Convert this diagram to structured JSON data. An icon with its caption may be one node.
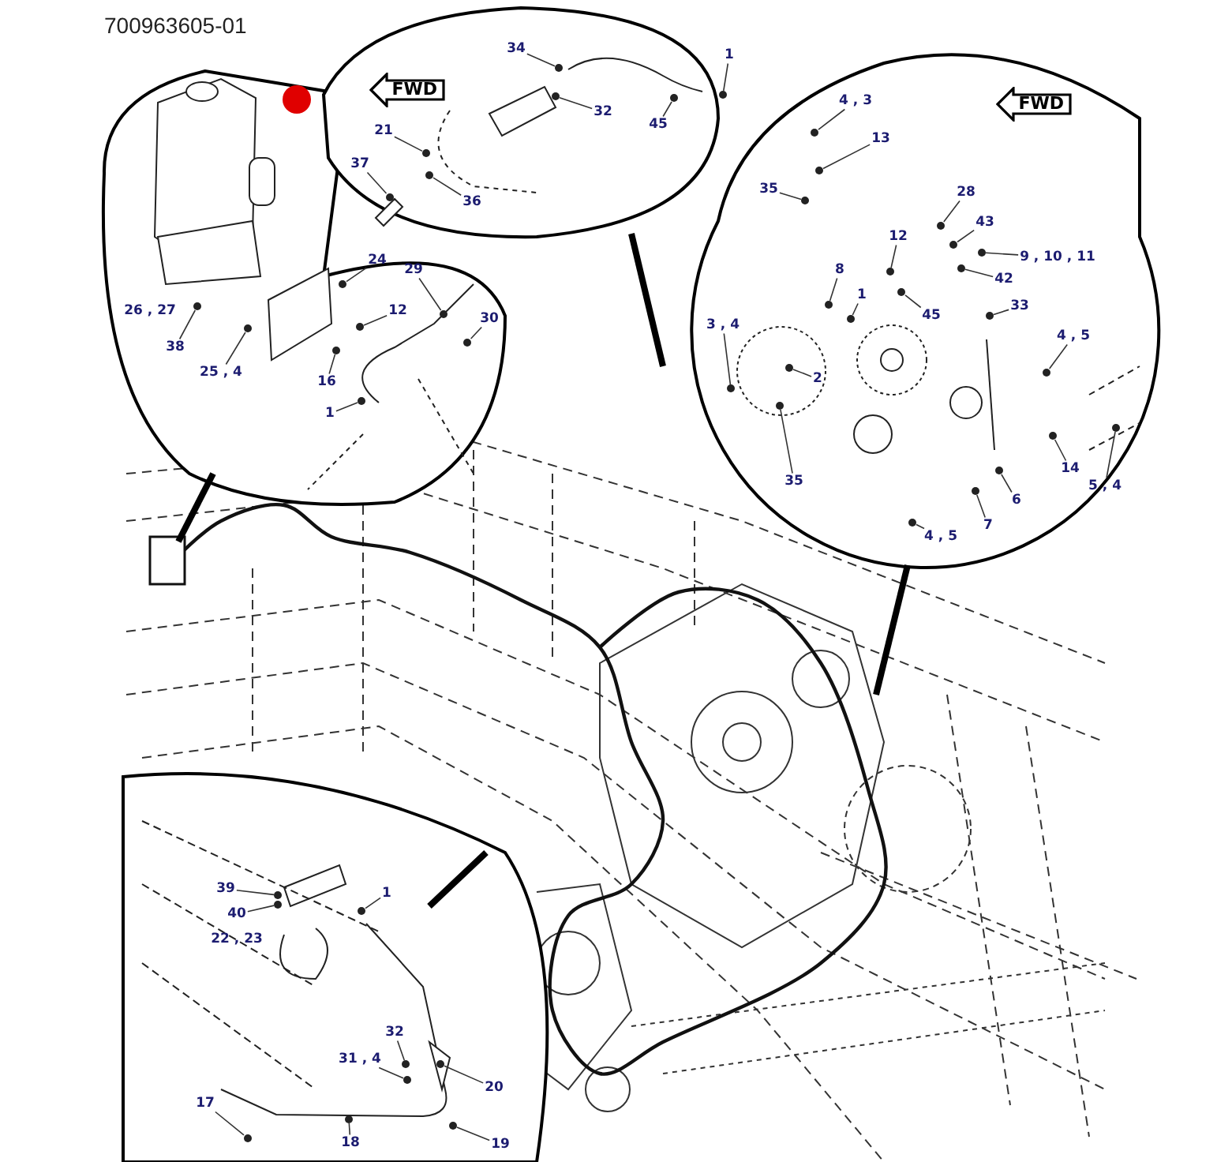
{
  "diagram": {
    "nodes": [
      {
        "text": [
          "FWD"
        ]
      },
      {
        "text": [
          "FWD"
        ]
      },
      {
        "text": [
          "26 , 27"
        ]
      },
      {
        "text": [
          "24"
        ]
      },
      {
        "text": [
          "29"
        ]
      },
      {
        "text": [
          "12"
        ]
      },
      {
        "text": [
          "30"
        ]
      },
      {
        "text": [
          "38"
        ]
      },
      {
        "text": [
          "25 , 4"
        ]
      },
      {
        "text": [
          "16"
        ]
      },
      {
        "text": [
          "1"
        ]
      },
      {
        "text": [
          "21"
        ]
      },
      {
        "text": [
          "37"
        ]
      },
      {
        "text": [
          "36"
        ]
      },
      {
        "text": [
          "34"
        ]
      },
      {
        "text": [
          "32"
        ]
      },
      {
        "text": [
          "45"
        ]
      },
      {
        "text": [
          "1"
        ]
      },
      {
        "text": [
          "4 , 3"
        ]
      },
      {
        "text": [
          "13"
        ]
      },
      {
        "text": [
          "35"
        ]
      },
      {
        "text": [
          "28"
        ]
      },
      {
        "text": [
          "43"
        ]
      },
      {
        "text": [
          "12"
        ]
      },
      {
        "text": [
          "9 , 10 , 11"
        ]
      },
      {
        "text": [
          "42"
        ]
      },
      {
        "text": [
          "8"
        ]
      },
      {
        "text": [
          "1"
        ]
      },
      {
        "text": [
          "45"
        ]
      },
      {
        "text": [
          "33"
        ]
      },
      {
        "text": [
          "3 , 4"
        ]
      },
      {
        "text": [
          "4 , 5"
        ]
      },
      {
        "text": [
          "2"
        ]
      },
      {
        "text": [
          "35"
        ]
      },
      {
        "text": [
          "14"
        ]
      },
      {
        "text": [
          "5 , 4"
        ]
      },
      {
        "text": [
          "6"
        ]
      },
      {
        "text": [
          "7"
        ]
      },
      {
        "text": [
          "4 , 5"
        ]
      },
      {
        "text": [
          "39"
        ]
      },
      {
        "text": [
          "40"
        ]
      },
      {
        "text": [
          "22 , 23"
        ]
      },
      {
        "text": [
          "1"
        ]
      },
      {
        "text": [
          "32"
        ]
      },
      {
        "text": [
          "31 , 4"
        ]
      },
      {
        "text": [
          "20"
        ]
      },
      {
        "text": [
          "17"
        ]
      },
      {
        "text": [
          "18"
        ]
      },
      {
        "text": [
          "19"
        ]
      },
      {
        "text": [],
        "shape": "circle"
      },
      {
        "text": [],
        "shape": "circle"
      },
      {
        "text": [],
        "shape": "circle"
      },
      {
        "text": [],
        "shape": "circle"
      },
      {
        "text": [],
        "shape": "circle"
      },
      {
        "text": [],
        "shape": "circle"
      },
      {
        "text": [],
        "shape": "circle"
      },
      {
        "text": [],
        "shape": "circle"
      },
      {
        "text": [],
        "shape": "circle"
      },
      {
        "text": [],
        "shape": "circle"
      },
      {
        "text": [],
        "shape": "circle"
      },
      {
        "text": [],
        "shape": "circle"
      },
      {
        "text": [],
        "shape": "circle"
      },
      {
        "text": [],
        "shape": "circle"
      },
      {
        "text": [],
        "shape": "circle"
      },
      {
        "text": [],
        "shape": "circle"
      },
      {
        "text": [],
        "shape": "circle"
      },
      {
        "text": [],
        "shape": "circle"
      },
      {
        "text": [],
        "shape": "circle"
      },
      {
        "text": [],
        "shape": "circle"
      },
      {
        "text": [],
        "shape": "circle"
      },
      {
        "text": [],
        "shape": "circle"
      },
      {
        "text": [],
        "shape": "circle"
      },
      {
        "text": [],
        "shape": "circle"
      },
      {
        "text": [],
        "shape": "circle"
      },
      {
        "text": [],
        "shape": "circle"
      },
      {
        "text": [],
        "shape": "circle"
      },
      {
        "text": [],
        "shape": "circle"
      },
      {
        "text": [],
        "shape": "circle"
      },
      {
        "text": [],
        "shape": "circle"
      },
      {
        "text": [],
        "shape": "circle"
      },
      {
        "text": [],
        "shape": "circle"
      },
      {
        "text": [],
        "shape": "circle"
      },
      {
        "text": [],
        "shape": "circle"
      },
      {
        "text": [],
        "shape": "circle"
      },
      {
        "text": [],
        "shape": "circle"
      },
      {
        "text": [],
        "shape": "circle"
      },
      {
        "text": [],
        "shape": "circle"
      },
      {
        "text": [],
        "shape": "circle"
      },
      {
        "text": [],
        "shape": "circle"
      },
      {
        "text": [],
        "shape": "circle"
      },
      {
        "text": [],
        "shape": "circle"
      },
      {
        "text": [],
        "shape": "circle"
      },
      {
        "text": [],
        "shape": "circle"
      },
      {
        "text": [],
        "shape": "circle"
      }
    ],
    "edges": [
      {
        "from": 3,
        "to": 49,
        "arrow": "none"
      },
      {
        "from": 4,
        "to": 50,
        "arrow": "none"
      },
      {
        "from": 5,
        "to": 51,
        "arrow": "none"
      },
      {
        "from": 6,
        "to": 52,
        "arrow": "none"
      },
      {
        "from": 7,
        "to": 53,
        "arrow": "none"
      },
      {
        "from": 8,
        "to": 54,
        "arrow": "none"
      },
      {
        "from": 9,
        "to": 55,
        "arrow": "none"
      },
      {
        "from": 10,
        "to": 56,
        "arrow": "none"
      },
      {
        "from": 11,
        "to": 57,
        "arrow": "none"
      },
      {
        "from": 12,
        "to": 58,
        "arrow": "none"
      },
      {
        "from": 13,
        "to": 59,
        "arrow": "none"
      },
      {
        "from": 14,
        "to": 60,
        "arrow": "none"
      },
      {
        "from": 15,
        "to": 61,
        "arrow": "none"
      },
      {
        "from": 16,
        "to": 62,
        "arrow": "none"
      },
      {
        "from": 17,
        "to": 63,
        "arrow": "none"
      },
      {
        "from": 18,
        "to": 64,
        "arrow": "none"
      },
      {
        "from": 19,
        "to": 65,
        "arrow": "none"
      },
      {
        "from": 20,
        "to": 66,
        "arrow": "none"
      },
      {
        "from": 21,
        "to": 67,
        "arrow": "none"
      },
      {
        "from": 22,
        "to": 68,
        "arrow": "none"
      },
      {
        "from": 23,
        "to": 69,
        "arrow": "none"
      },
      {
        "from": 24,
        "to": 70,
        "arrow": "none"
      },
      {
        "from": 25,
        "to": 71,
        "arrow": "none"
      },
      {
        "from": 26,
        "to": 72,
        "arrow": "none"
      },
      {
        "from": 27,
        "to": 73,
        "arrow": "none"
      },
      {
        "from": 28,
        "to": 74,
        "arrow": "none"
      },
      {
        "from": 29,
        "to": 75,
        "arrow": "none"
      },
      {
        "from": 30,
        "to": 76,
        "arrow": "none"
      },
      {
        "from": 31,
        "to": 77,
        "arrow": "none"
      },
      {
        "from": 32,
        "to": 78,
        "arrow": "none"
      },
      {
        "from": 33,
        "to": 79,
        "arrow": "none"
      },
      {
        "from": 34,
        "to": 80,
        "arrow": "none"
      },
      {
        "from": 35,
        "to": 81,
        "arrow": "none"
      },
      {
        "from": 36,
        "to": 82,
        "arrow": "none"
      },
      {
        "from": 37,
        "to": 83,
        "arrow": "none"
      },
      {
        "from": 38,
        "to": 84,
        "arrow": "none"
      },
      {
        "from": 39,
        "to": 85,
        "arrow": "none"
      },
      {
        "from": 40,
        "to": 86,
        "arrow": "none"
      },
      {
        "from": 42,
        "to": 87,
        "arrow": "none"
      },
      {
        "from": 43,
        "to": 88,
        "arrow": "none"
      },
      {
        "from": 44,
        "to": 89,
        "arrow": "none"
      },
      {
        "from": 45,
        "to": 90,
        "arrow": "none"
      },
      {
        "from": 46,
        "to": 91,
        "arrow": "none"
      },
      {
        "from": 47,
        "to": 92,
        "arrow": "none"
      },
      {
        "from": 48,
        "to": 93,
        "arrow": "none"
      }
    ],
    "labels": [
      "700963605-01"
    ]
  }
}
